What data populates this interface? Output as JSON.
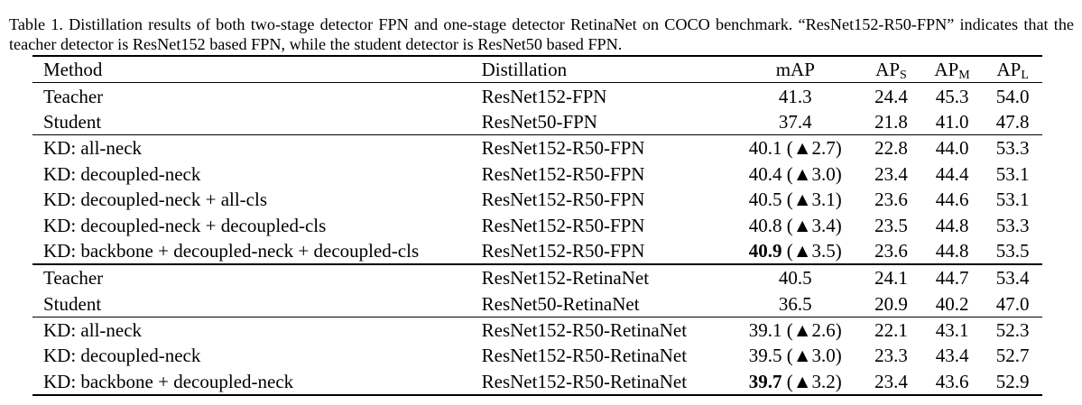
{
  "caption": "Table 1. Distillation results of both two-stage detector FPN and one-stage detector RetinaNet on COCO benchmark. “ResNet152-R50-FPN” indicates that the teacher detector is ResNet152 based FPN, while the student detector is ResNet50 based FPN.",
  "table": {
    "header": {
      "method": "Method",
      "distillation": "Distillation",
      "map": "mAP",
      "aps_main": "AP",
      "aps_sub": "S",
      "apm_main": "AP",
      "apm_sub": "M",
      "apl_main": "AP",
      "apl_sub": "L"
    },
    "rows": [
      {
        "method": "Teacher",
        "dist": "ResNet152-FPN",
        "map": "41.3",
        "delta": "",
        "aps": "24.4",
        "apm": "45.3",
        "apl": "54.0"
      },
      {
        "method": "Student",
        "dist": "ResNet50-FPN",
        "map": "37.4",
        "delta": "",
        "aps": "21.8",
        "apm": "41.0",
        "apl": "47.8"
      },
      {
        "method": "KD: all-neck",
        "dist": "ResNet152-R50-FPN",
        "map": "40.1",
        "delta": " (▲2.7)",
        "aps": "22.8",
        "apm": "44.0",
        "apl": "53.3"
      },
      {
        "method": "KD: decoupled-neck",
        "dist": "ResNet152-R50-FPN",
        "map": "40.4",
        "delta": " (▲3.0)",
        "aps": "23.4",
        "apm": "44.4",
        "apl": "53.1"
      },
      {
        "method": "KD: decoupled-neck + all-cls",
        "dist": "ResNet152-R50-FPN",
        "map": "40.5",
        "delta": " (▲3.1)",
        "aps": "23.6",
        "apm": "44.6",
        "apl": "53.1"
      },
      {
        "method": "KD: decoupled-neck + decoupled-cls",
        "dist": "ResNet152-R50-FPN",
        "map": "40.8",
        "delta": " (▲3.4)",
        "aps": "23.5",
        "apm": "44.8",
        "apl": "53.3"
      },
      {
        "method": "KD: backbone + decoupled-neck + decoupled-cls",
        "dist": "ResNet152-R50-FPN",
        "map": "40.9",
        "delta": " (▲3.5)",
        "aps": "23.6",
        "apm": "44.8",
        "apl": "53.5"
      },
      {
        "method": "Teacher",
        "dist": "ResNet152-RetinaNet",
        "map": "40.5",
        "delta": "",
        "aps": "24.1",
        "apm": "44.7",
        "apl": "53.4"
      },
      {
        "method": "Student",
        "dist": "ResNet50-RetinaNet",
        "map": "36.5",
        "delta": "",
        "aps": "20.9",
        "apm": "40.2",
        "apl": "47.0"
      },
      {
        "method": "KD: all-neck",
        "dist": "ResNet152-R50-RetinaNet",
        "map": "39.1",
        "delta": " (▲2.6)",
        "aps": "22.1",
        "apm": "43.1",
        "apl": "52.3"
      },
      {
        "method": "KD: decoupled-neck",
        "dist": "ResNet152-R50-RetinaNet",
        "map": "39.5",
        "delta": " (▲3.0)",
        "aps": "23.3",
        "apm": "43.4",
        "apl": "52.7"
      },
      {
        "method": "KD: backbone + decoupled-neck",
        "dist": "ResNet152-R50-RetinaNet",
        "map": "39.7",
        "delta": " (▲3.2)",
        "aps": "23.4",
        "apm": "43.6",
        "apl": "52.9"
      }
    ]
  }
}
